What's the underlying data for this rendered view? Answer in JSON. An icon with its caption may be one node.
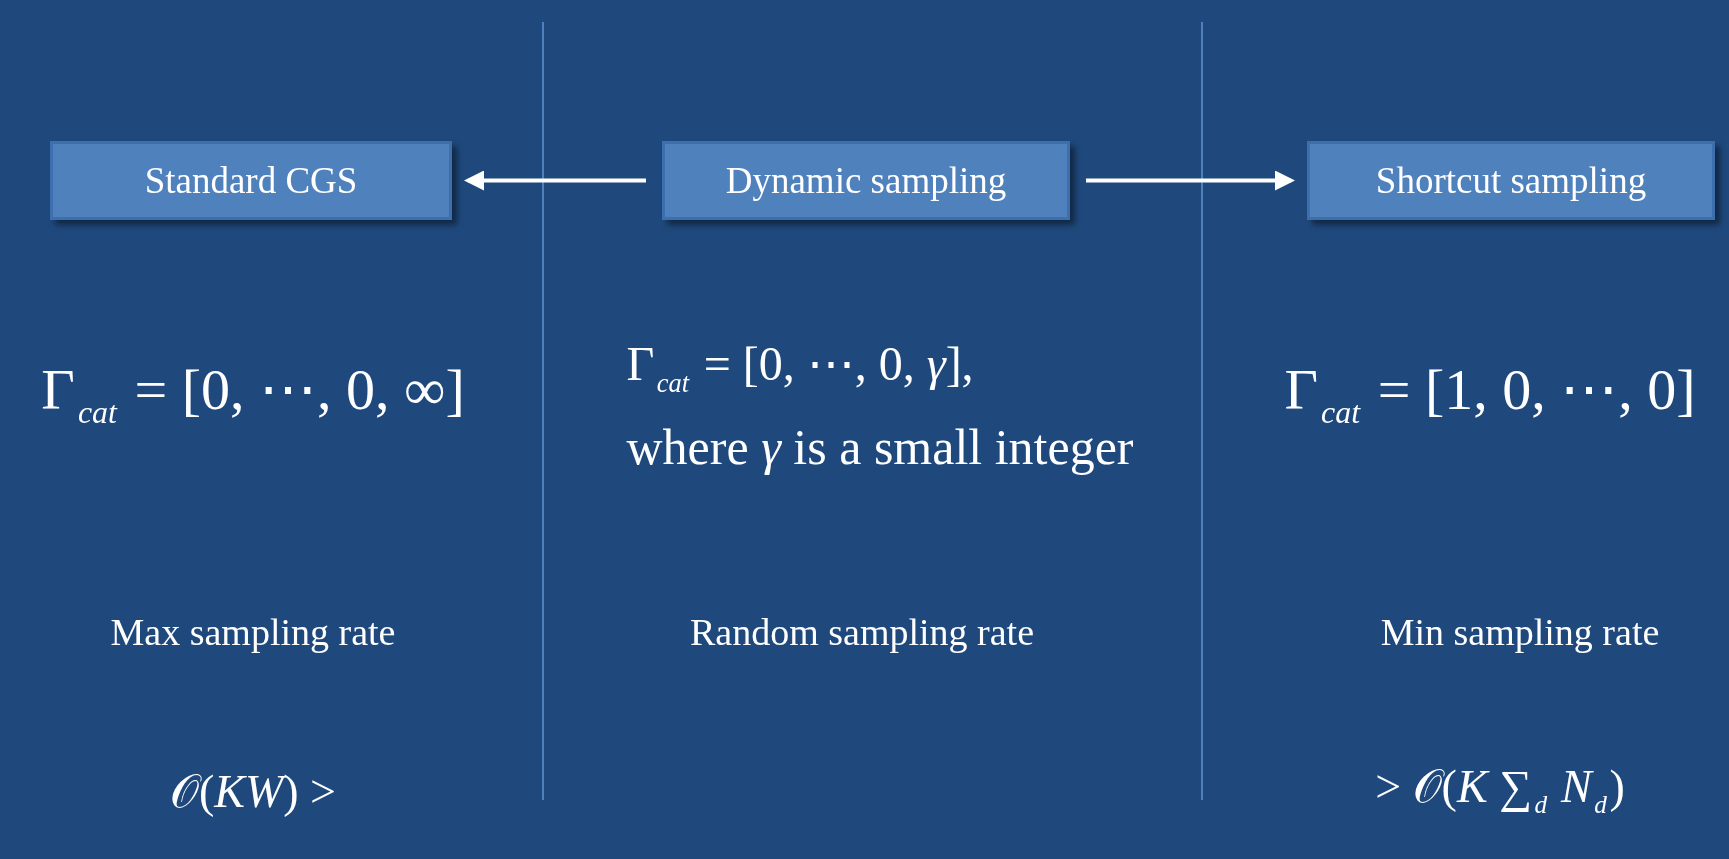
{
  "diagram": {
    "nodes": [
      {
        "text": [
          "Standard CGS"
        ]
      },
      {
        "text": [
          "Dynamic sampling"
        ]
      },
      {
        "text": [
          "Shortcut sampling"
        ]
      }
    ],
    "edges": [
      {
        "from": 1,
        "to": 0,
        "arrow": "to"
      },
      {
        "from": 1,
        "to": 2,
        "arrow": "to"
      }
    ],
    "labels": [
      "Γ$_{cat}$ = [0, ⋯, 0, ∞]",
      "Γ$_{cat}$ = [0, ⋯, 0, *γ*],",
      "where *γ* is a small integer",
      "Γ$_{cat}$ = [1, 0, ⋯, 0]",
      "Max sampling rate",
      "Random sampling rate",
      "Min sampling rate",
      "𝒪(*KW*) >",
      "> 𝒪(*K* ∑$_{d}$ *N*$_{d}$)"
    ]
  }
}
